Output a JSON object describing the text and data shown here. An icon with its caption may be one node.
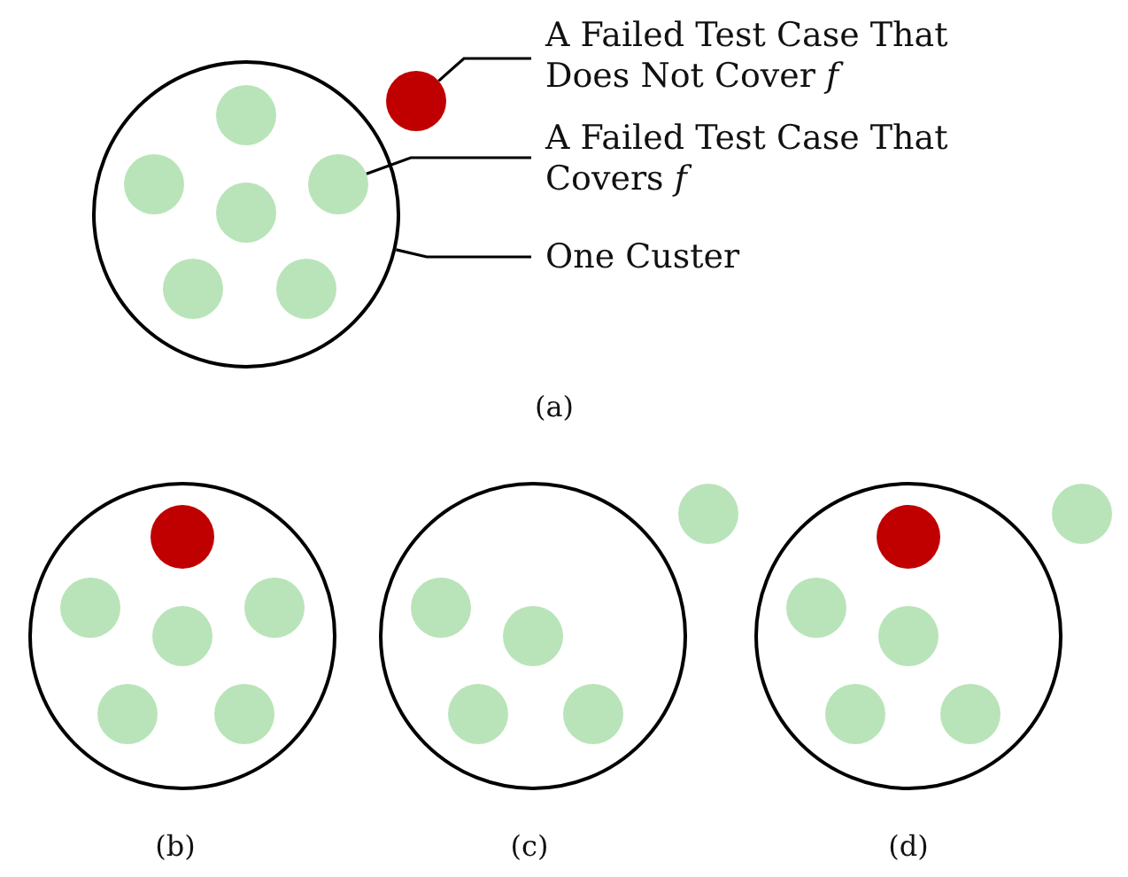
{
  "diagram": {
    "nodes": [
      {
        "text": [],
        "shape": "circle"
      },
      {
        "text": [
          "A Failed Test Case That Does Not Cover *f*"
        ]
      },
      {
        "text": [],
        "shape": "circle"
      },
      {
        "text": [],
        "shape": "circle",
        "in": 2
      },
      {
        "text": [],
        "shape": "circle",
        "in": 2
      },
      {
        "text": [],
        "shape": "circle",
        "in": 2
      },
      {
        "text": [],
        "shape": "circle",
        "in": 2
      },
      {
        "text": [],
        "shape": "circle",
        "in": 2
      },
      {
        "text": [],
        "shape": "circle",
        "in": 2
      },
      {
        "text": [
          "A Failed Test Case That Covers *f*"
        ]
      },
      {
        "text": [
          "One Custer"
        ]
      },
      {
        "text": [],
        "shape": "circle"
      },
      {
        "text": [],
        "shape": "circle",
        "in": 11
      },
      {
        "text": [],
        "shape": "circle",
        "in": 11
      },
      {
        "text": [],
        "shape": "circle",
        "in": 11
      },
      {
        "text": [],
        "shape": "circle",
        "in": 11
      },
      {
        "text": [],
        "shape": "circle",
        "in": 11
      },
      {
        "text": [],
        "shape": "circle",
        "in": 11
      },
      {
        "text": [],
        "shape": "circle"
      },
      {
        "text": [],
        "shape": "circle"
      },
      {
        "text": [],
        "shape": "circle",
        "in": 18
      },
      {
        "text": [],
        "shape": "circle",
        "in": 18
      },
      {
        "text": [],
        "shape": "circle",
        "in": 18
      },
      {
        "text": [],
        "shape": "circle",
        "in": 18
      },
      {
        "text": [],
        "shape": "circle"
      },
      {
        "text": [],
        "shape": "circle",
        "in": 24
      },
      {
        "text": [],
        "shape": "circle"
      },
      {
        "text": [],
        "shape": "circle",
        "in": 24
      },
      {
        "text": [],
        "shape": "circle",
        "in": 24
      },
      {
        "text": [],
        "shape": "circle",
        "in": 24
      },
      {
        "text": [],
        "shape": "circle",
        "in": 24
      }
    ],
    "edges": [
      {
        "from": 1,
        "to": 0,
        "arrow": "none"
      },
      {
        "from": 9,
        "to": 5,
        "arrow": "none"
      },
      {
        "from": 10,
        "to": 2,
        "arrow": "none"
      }
    ],
    "labels": [
      "(a)",
      "(b)",
      "(c)",
      "(d)"
    ]
  }
}
